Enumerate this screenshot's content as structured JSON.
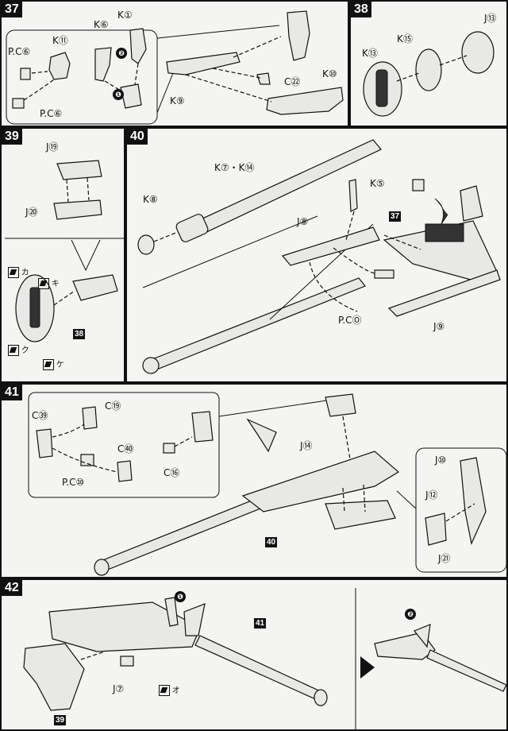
{
  "steps": {
    "s37": {
      "number": "37",
      "labels": {
        "k6": "K⑥",
        "k1": "K①",
        "k11": "K⑪",
        "pc6a": "P.C⑥",
        "pc6b": "P.C⑥",
        "k9": "K⑨",
        "k10": "K⑩",
        "c22": "C㉒"
      },
      "order": [
        "❶",
        "❷"
      ]
    },
    "s38": {
      "number": "38",
      "labels": {
        "k15": "K⑮",
        "k13": "K⑬",
        "j13": "J⑬"
      }
    },
    "s39": {
      "number": "39",
      "labels": {
        "j19": "J⑲",
        "j20": "J⑳"
      },
      "markers": [
        "カ",
        "キ",
        "ク",
        "ケ"
      ],
      "ref": "38"
    },
    "s40": {
      "number": "40",
      "labels": {
        "k7k14": "K⑦・K⑭",
        "k8": "K⑧",
        "k5": "K⑤",
        "j8": "J⑧",
        "pco": "P.CⓄ",
        "j9": "J⑨"
      },
      "ref": "37"
    },
    "s41": {
      "number": "41",
      "labels": {
        "c39": "C㊴",
        "c19": "C⑲",
        "c40": "C㊵",
        "pc10": "P.C⑩",
        "c16": "C⑯",
        "j14": "J⑭",
        "j10": "J⑩",
        "j12": "J⑫",
        "j21": "J㉑"
      },
      "ref": "40"
    },
    "s42": {
      "number": "42",
      "labels": {
        "j7": "J⑦",
        "marker": "オ"
      },
      "refs": [
        "41",
        "39"
      ],
      "order": [
        "❶",
        "❷"
      ]
    }
  }
}
